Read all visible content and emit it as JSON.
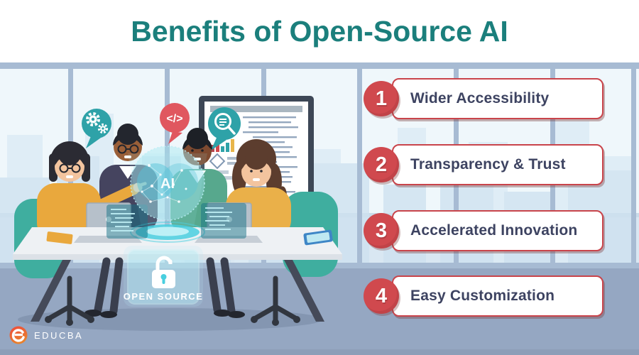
{
  "header": {
    "title": "Benefits of Open-Source AI"
  },
  "benefits": [
    {
      "number": "1",
      "label": "Wider Accessibility"
    },
    {
      "number": "2",
      "label": "Transparency & Trust"
    },
    {
      "number": "3",
      "label": "Accelerated Innovation"
    },
    {
      "number": "4",
      "label": "Easy Customization"
    }
  ],
  "illustration": {
    "hologram_label": "AI",
    "open_source_sign": "OPEN SOURCE",
    "code_bubble_symbol": "</>",
    "icons": [
      "gears-icon",
      "code-icon",
      "magnifier-icon",
      "open-padlock-icon",
      "bar-chart-icon"
    ]
  },
  "brand": {
    "name": "EDUCBA"
  },
  "colors": {
    "title_teal": "#1B7F7C",
    "accent_red": "#D0494E",
    "text_navy": "#3D4361",
    "hologram_cyan": "#49CFDF",
    "chair_teal": "#3FAE9F",
    "bubble_teal": "#2EA2A8",
    "wall_blue": "#95A7C2",
    "frame_blue": "#A7BBD3"
  }
}
